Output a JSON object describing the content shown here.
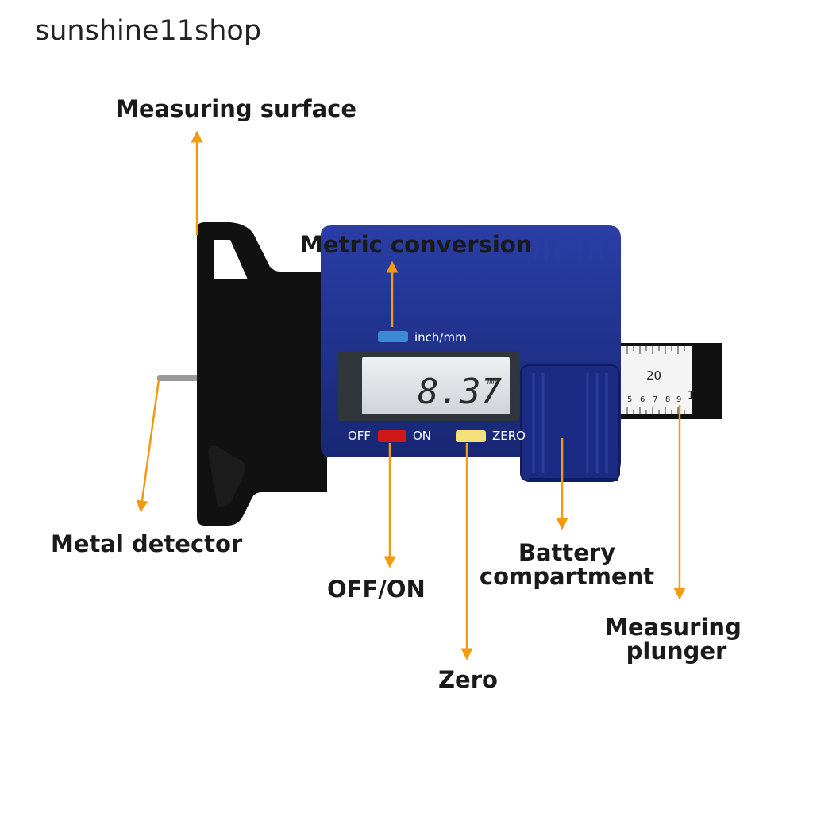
{
  "watermark": "sunshine11shop",
  "labels": {
    "measuring_surface": "Measuring surface",
    "metric_conversion": "Metric conversion",
    "metal_detector": "Metal detector",
    "off_on": "OFF/ON",
    "zero": "Zero",
    "battery_line1": "Battery",
    "battery_line2": "compartment",
    "plunger_line1": "Measuring",
    "plunger_line2": "plunger"
  },
  "device": {
    "unit_button_text": "inch/mm",
    "off_text": "OFF",
    "on_text": "ON",
    "zero_text": "ZERO",
    "display_value": "8.37",
    "display_unit": "mm",
    "ruler_major": "20",
    "ruler_minor": [
      "5",
      "6",
      "7",
      "8",
      "9",
      "1"
    ]
  },
  "colors": {
    "arrow": "#f29a10",
    "body_blue": "#1d2f8c",
    "black_base": "#111111",
    "lcd_bg": "#dfe3e6",
    "off_on_button": "#d01818",
    "zero_button": "#f3e079",
    "unit_button": "#3a8ad6"
  }
}
